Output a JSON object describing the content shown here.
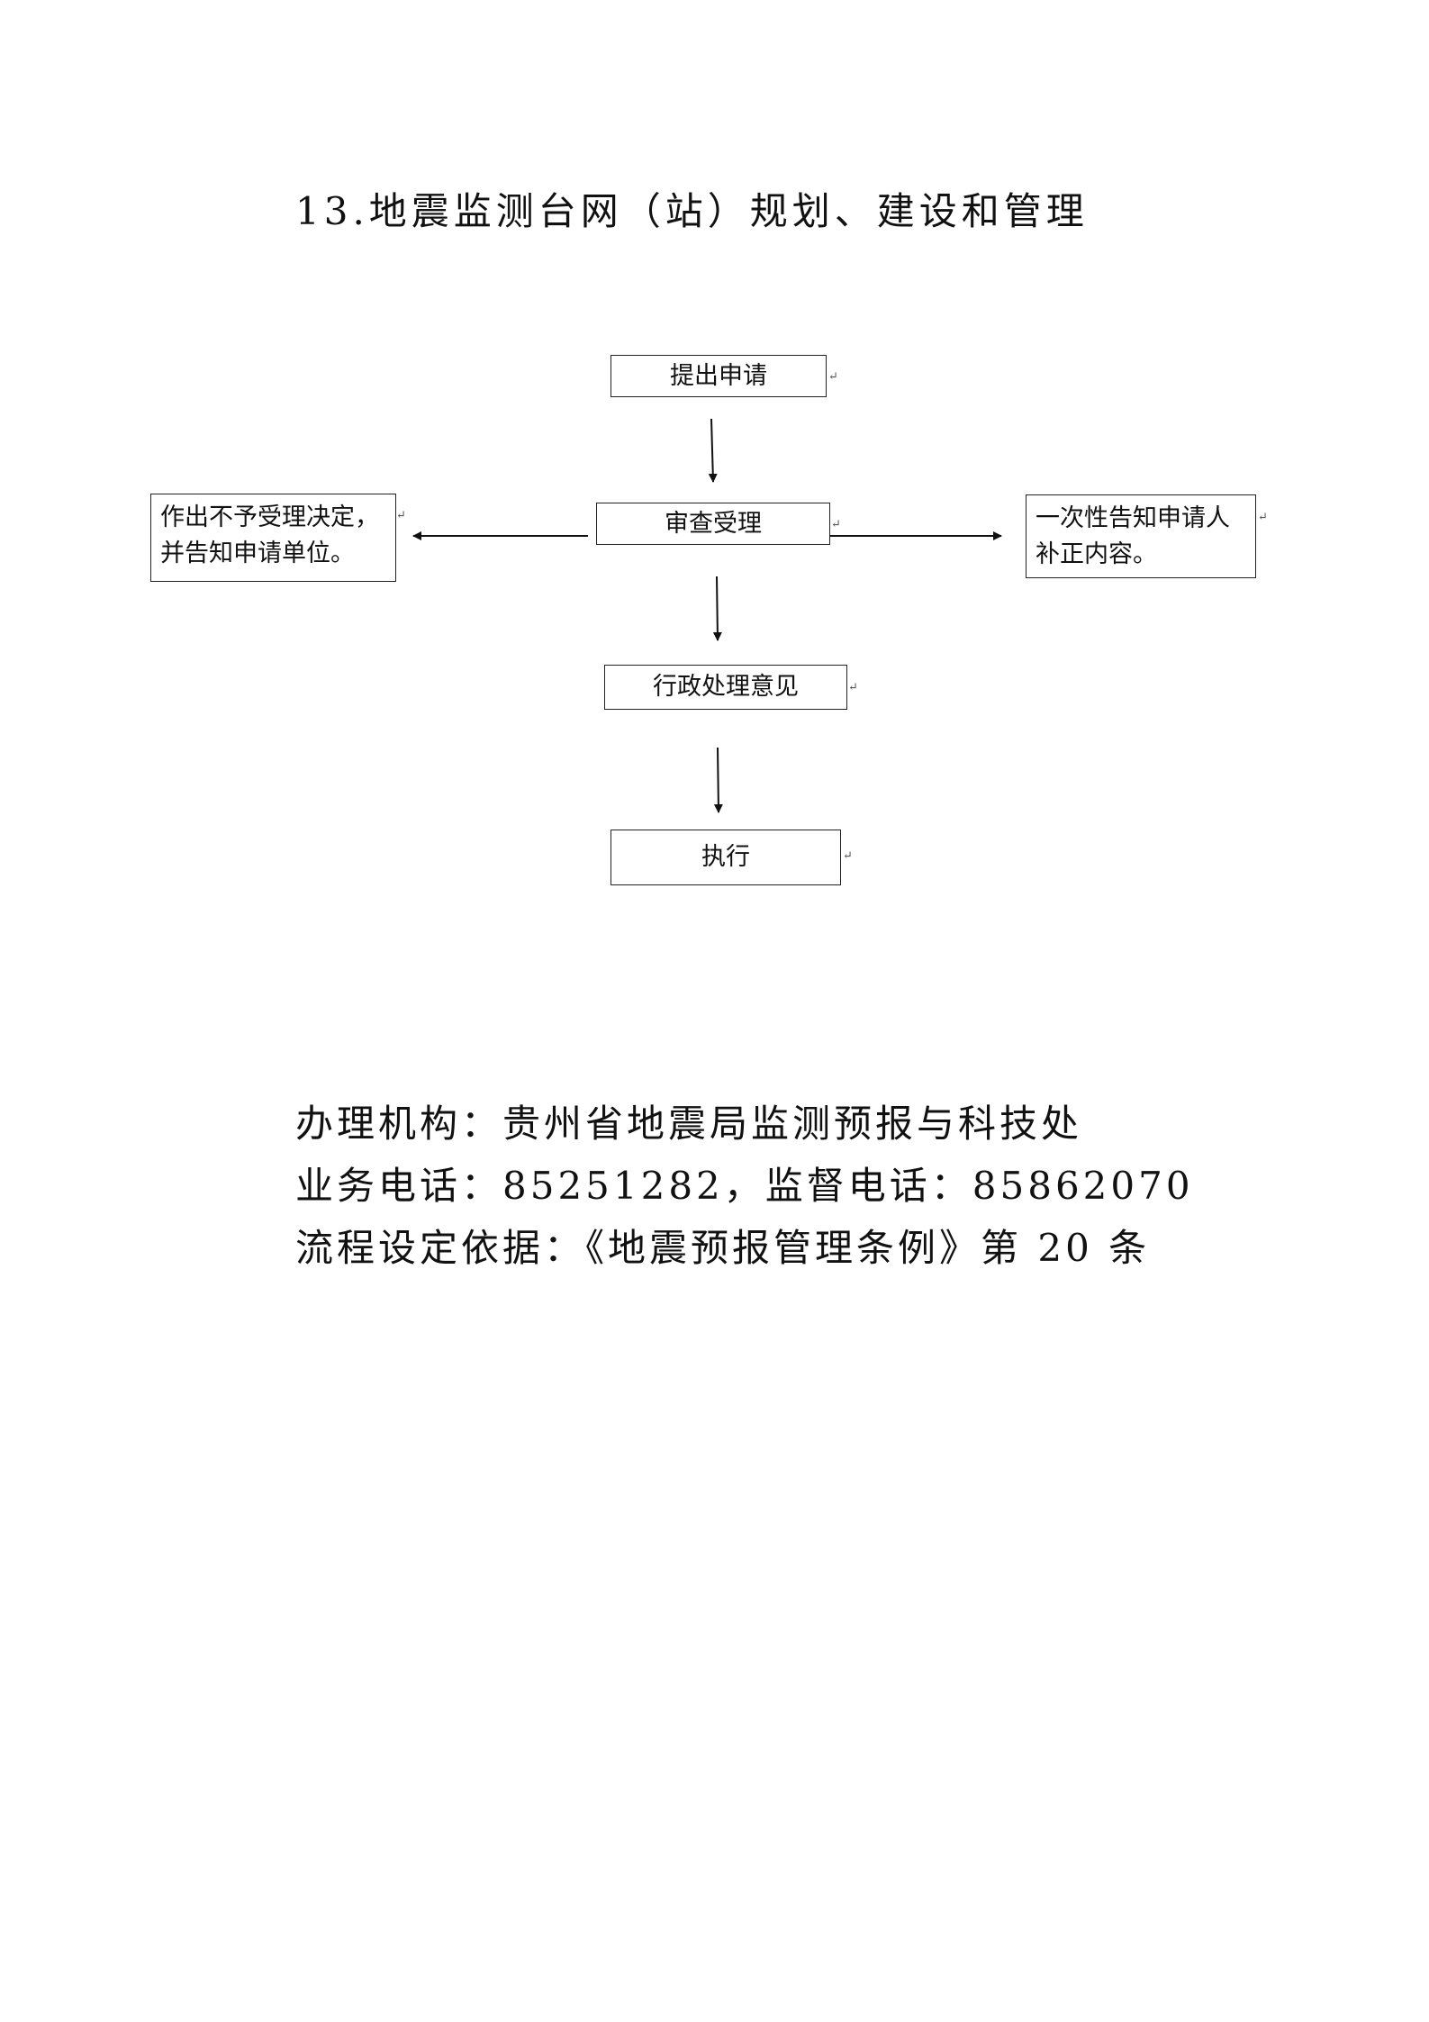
{
  "title": "13.地震监测台网（站）规划、建设和管理",
  "flow": {
    "step1": "提出申请",
    "step2": "审查受理",
    "reject_line1": "作出不予受理决定，",
    "reject_line2": "并告知申请单位。",
    "supplement_line1": "一次性告知申请人",
    "supplement_line2": "补正内容。",
    "step3": "行政处理意见",
    "step4": "执行"
  },
  "info": {
    "agency": "办理机构：贵州省地震局监测预报与科技处",
    "phones": "业务电话：85251282，监督电话：85862070",
    "basis": "流程设定依据：《地震预报管理条例》第 20 条"
  },
  "colors": {
    "text": "#111111",
    "lines": "#222222",
    "background": "#ffffff"
  }
}
